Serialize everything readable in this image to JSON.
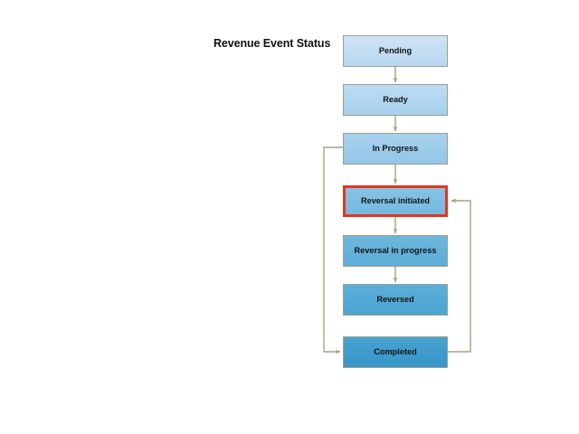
{
  "title": "Revenue Event Status",
  "colors": {
    "background": "#ffffff",
    "connector": "#a8a182",
    "highlight_border": "#e8331c",
    "node_border": "#9aa08c",
    "text": "#141414"
  },
  "flowchart": {
    "nodes": [
      {
        "id": "pending",
        "label": "Pending",
        "fill": "#c2dcf2",
        "highlighted": false
      },
      {
        "id": "ready",
        "label": "Ready",
        "fill": "#b0d5ef",
        "highlighted": false
      },
      {
        "id": "in-progress",
        "label": "In Progress",
        "fill": "#9ccbea",
        "highlighted": false
      },
      {
        "id": "reversal-initiated",
        "label": "Reversal initiated",
        "fill": "#7dbde2",
        "highlighted": true
      },
      {
        "id": "reversal-in-progress",
        "label": "Reversal in progress",
        "fill": "#64b1da",
        "highlighted": false
      },
      {
        "id": "reversed",
        "label": "Reversed",
        "fill": "#52a9d5",
        "highlighted": false
      },
      {
        "id": "completed",
        "label": "Completed",
        "fill": "#3e9bcb",
        "highlighted": false
      }
    ],
    "edges": [
      {
        "from": "pending",
        "to": "ready",
        "style": "straight-down"
      },
      {
        "from": "ready",
        "to": "in-progress",
        "style": "straight-down"
      },
      {
        "from": "in-progress",
        "to": "reversal-initiated",
        "style": "straight-down"
      },
      {
        "from": "reversal-initiated",
        "to": "reversal-in-progress",
        "style": "straight-down"
      },
      {
        "from": "reversal-in-progress",
        "to": "reversed",
        "style": "straight-down"
      },
      {
        "from": "in-progress",
        "to": "completed",
        "style": "left-bypass"
      },
      {
        "from": "completed",
        "to": "reversal-initiated",
        "style": "right-feedback"
      }
    ]
  }
}
